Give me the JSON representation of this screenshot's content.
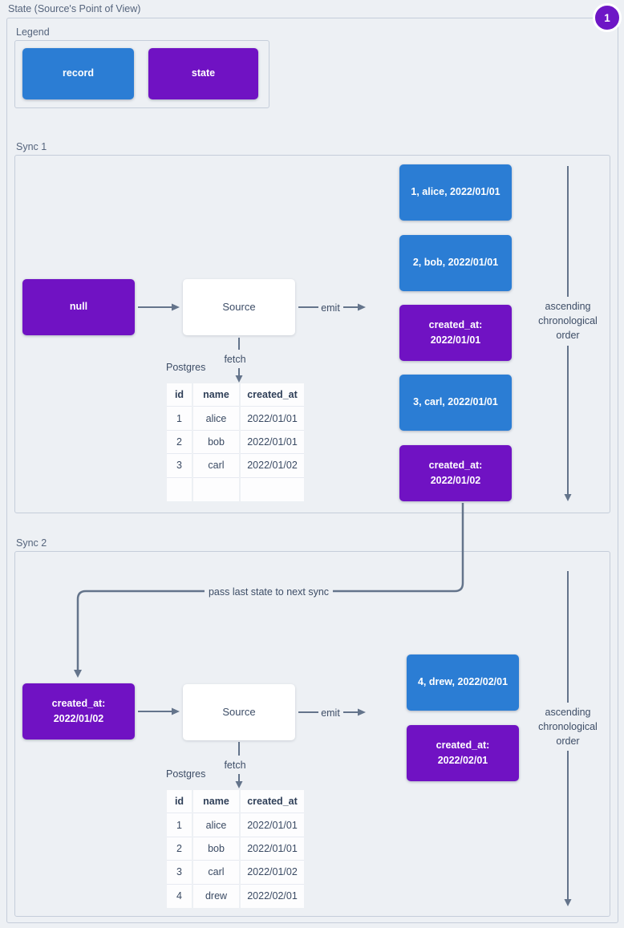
{
  "page": {
    "title": "State (Source's Point of View)",
    "badge": "1"
  },
  "colors": {
    "background": "#edf0f4",
    "frame_border": "#c5cdda",
    "record_blue": "#2b7dd4",
    "state_purple": "#7012c3",
    "badge_purple": "#6e16c6",
    "wire_gray": "#64748b",
    "label_text": "#55647c",
    "dark_text": "#3a4a63"
  },
  "legend": {
    "label": "Legend",
    "items": [
      {
        "type": "record",
        "label": "record"
      },
      {
        "type": "state",
        "label": "state"
      }
    ]
  },
  "connector": {
    "label": "pass last state to next sync"
  },
  "sync1": {
    "label": "Sync 1",
    "input_state": "null",
    "source_label": "Source",
    "emit_label": "emit",
    "fetch_label": "fetch",
    "db_label": "Postgres",
    "order_label": "ascending\nchronological\norder",
    "stream": [
      {
        "type": "record",
        "text": "1, alice, 2022/01/01"
      },
      {
        "type": "record",
        "text": "2, bob, 2022/01/01"
      },
      {
        "type": "state",
        "text": "created_at:\n2022/01/01"
      },
      {
        "type": "record",
        "text": "3, carl, 2022/01/01"
      },
      {
        "type": "state",
        "text": "created_at:\n2022/01/02"
      }
    ],
    "table": {
      "headers": [
        "id",
        "name",
        "created_at"
      ],
      "rows": [
        [
          "1",
          "alice",
          "2022/01/01"
        ],
        [
          "2",
          "bob",
          "2022/01/01"
        ],
        [
          "3",
          "carl",
          "2022/01/02"
        ],
        [
          "",
          "",
          ""
        ]
      ]
    }
  },
  "sync2": {
    "label": "Sync 2",
    "input_state": "created_at:\n2022/01/02",
    "source_label": "Source",
    "emit_label": "emit",
    "fetch_label": "fetch",
    "db_label": "Postgres",
    "order_label": "ascending\nchronological\norder",
    "stream": [
      {
        "type": "record",
        "text": "4, drew, 2022/02/01"
      },
      {
        "type": "state",
        "text": "created_at:\n2022/02/01"
      }
    ],
    "table": {
      "headers": [
        "id",
        "name",
        "created_at"
      ],
      "rows": [
        [
          "1",
          "alice",
          "2022/01/01"
        ],
        [
          "2",
          "bob",
          "2022/01/01"
        ],
        [
          "3",
          "carl",
          "2022/01/02"
        ],
        [
          "4",
          "drew",
          "2022/02/01"
        ]
      ]
    }
  }
}
